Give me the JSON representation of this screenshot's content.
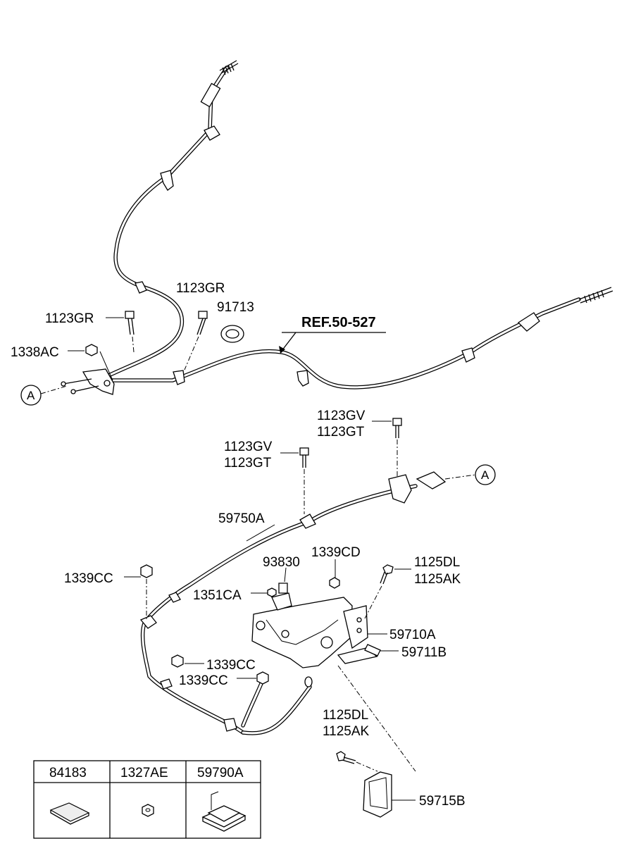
{
  "labels": {
    "l1123GR_top": "1123GR",
    "l91713": "91713",
    "l1123GR_left": "1123GR",
    "lREF": "REF.50-527",
    "l1338AC": "1338AC",
    "lA_left": "A",
    "l1123GV_right": "1123GV",
    "l1123GT_right": "1123GT",
    "l1123GV_mid": "1123GV",
    "l1123GT_mid": "1123GT",
    "lA_right": "A",
    "l59750A": "59750A",
    "l1339CD": "1339CD",
    "l93830": "93830",
    "l1125DL_top": "1125DL",
    "l1125AK_top": "1125AK",
    "l1339CC_left": "1339CC",
    "l1351CA": "1351CA",
    "l59710A": "59710A",
    "l59711B": "59711B",
    "l1339CC_a": "1339CC",
    "l1339CC_b": "1339CC",
    "l1125DL_bot": "1125DL",
    "l1125AK_bot": "1125AK",
    "l59715B": "59715B"
  },
  "parts_table": {
    "headers": [
      "84183",
      "1327AE",
      "59790A"
    ]
  }
}
